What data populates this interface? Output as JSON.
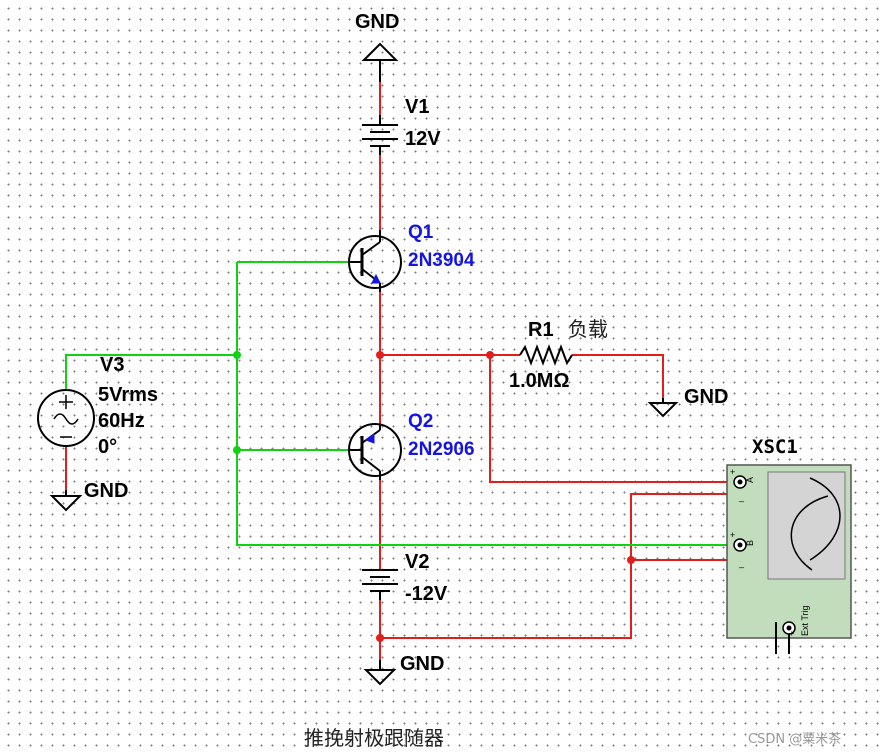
{
  "v1": {
    "ref": "V1",
    "value": "12V"
  },
  "v2": {
    "ref": "V2",
    "value": "-12V"
  },
  "v3": {
    "ref": "V3",
    "amplitude": "5Vrms",
    "frequency": "60Hz",
    "phase": "0°"
  },
  "q1": {
    "ref": "Q1",
    "model": "2N3904"
  },
  "q2": {
    "ref": "Q2",
    "model": "2N2906"
  },
  "r1": {
    "ref": "R1",
    "note": "负载",
    "value": "1.0MΩ"
  },
  "gnd_label": "GND",
  "scope": {
    "ref": "XSC1",
    "channel_a": "A",
    "channel_b": "B",
    "ext_trig": "Ext Trig",
    "plus": "+",
    "minus": "_"
  },
  "caption": "推挽射极跟随器",
  "watermark": "CSDN @粟米茶",
  "colors": {
    "wire_red": "#e31c1c",
    "wire_green": "#12d012",
    "part_label_blue": "#1414e6",
    "scope_body": "#c2ddbc",
    "scope_screen": "#d4d4d4"
  }
}
